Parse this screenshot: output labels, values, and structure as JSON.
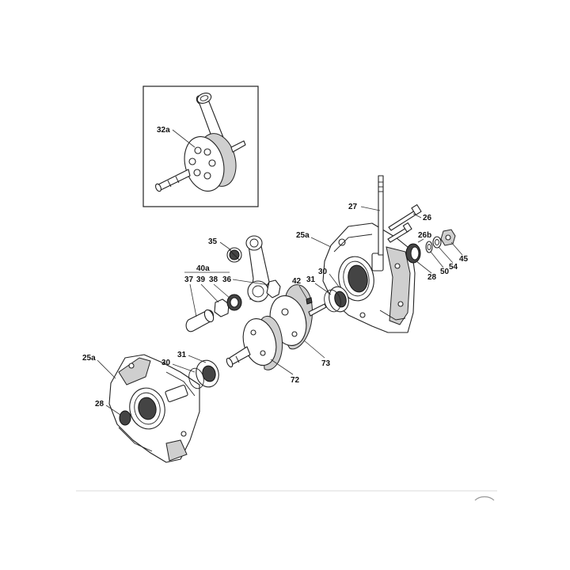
{
  "diagram": {
    "inset_label": "32a",
    "part_labels": {
      "p27": "27",
      "p26": "26",
      "p25a_right": "25a",
      "p26b": "26b",
      "p45": "45",
      "p54": "54",
      "p50": "50",
      "p28_right": "28",
      "p35": "35",
      "p40a": "40a",
      "p37": "37",
      "p39": "39",
      "p38": "38",
      "p36": "36",
      "p42": "42",
      "p31_right": "31",
      "p30_right": "30",
      "p73": "73",
      "p72": "72",
      "p31_left": "31",
      "p30_left": "30",
      "p25a_left": "25a",
      "p28_left": "28"
    }
  }
}
